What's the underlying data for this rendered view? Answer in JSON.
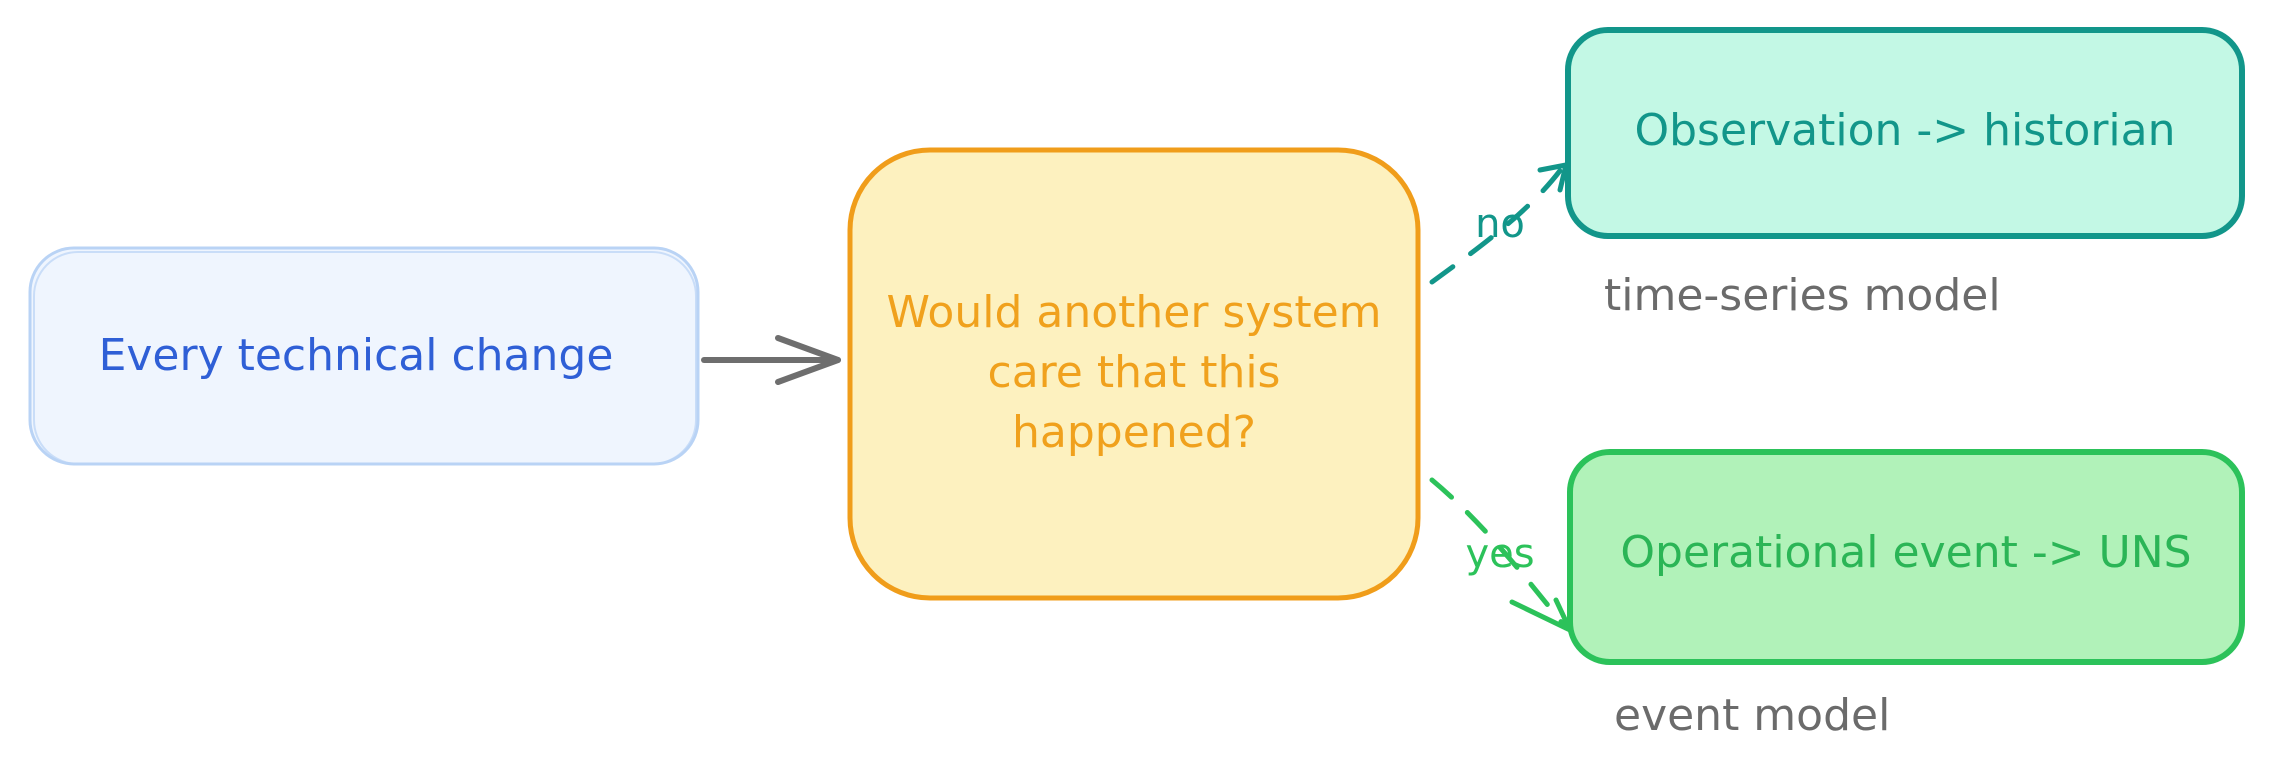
{
  "nodes": {
    "start": {
      "label": "Every technical change",
      "fill": "#eff5fe",
      "stroke": "#b9d3f5",
      "text_color": "#2f5fd6"
    },
    "decision": {
      "lines": [
        "Would another system",
        "care that this",
        "happened?"
      ],
      "fill": "#fdf1bf",
      "stroke": "#f09d1a",
      "text_color": "#f0a11d"
    },
    "observation": {
      "label": "Observation -> historian",
      "fill": "#c3f8e5",
      "stroke": "#12968a",
      "text_color": "#12968a"
    },
    "event": {
      "label": "Operational event -> UNS",
      "fill": "#b1f2b9",
      "stroke": "#2cc25a",
      "text_color": "#2bb556"
    }
  },
  "edges": {
    "start_to_decision": {
      "color": "#6e6e6e"
    },
    "no": {
      "label": "no",
      "color": "#12968a"
    },
    "yes": {
      "label": "yes",
      "color": "#2cc25a"
    }
  },
  "notes": {
    "observation": "time-series model",
    "event": "event model"
  }
}
